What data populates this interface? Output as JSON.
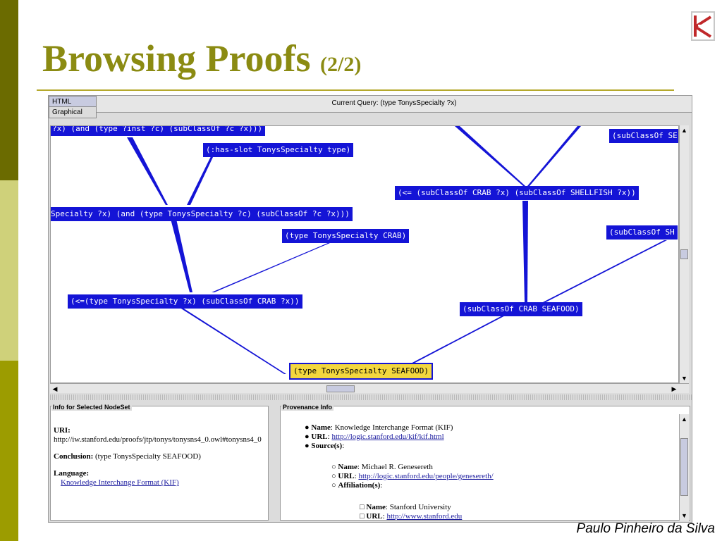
{
  "slide": {
    "title": "Browsing Proofs",
    "title_suffix": "(2/2)",
    "author": "Paulo Pinheiro da Silva"
  },
  "app": {
    "tabs": [
      "HTML",
      "Graphical"
    ],
    "query_label": "Current Query: (type TonysSpecialty ?x)"
  },
  "graph": {
    "nodes": [
      "?x) (and (type ?inst ?c) (subClassOf ?c ?x)))",
      "(:has-slot TonysSpecialty type)",
      "Specialty ?x) (and (type TonysSpecialty ?c) (subClassOf ?c ?x)))",
      "(type TonysSpecialty CRAB)",
      "(<=(type TonysSpecialty ?x) (subClassOf CRAB ?x))",
      "(type TonysSpecialty SEAFOOD)",
      "(<= (subClassOf CRAB ?x) (subClassOf SHELLFISH ?x))",
      "(subClassOf CRAB SEAFOOD)",
      "(subClassOf SE",
      "(subClassOf SH"
    ]
  },
  "info_panel": {
    "label": "Info for Selected NodeSet",
    "uri_label": "URI:",
    "uri_value": "http://iw.stanford.edu/proofs/jtp/tonys/tonysns4_0.owl#tonysns4_0",
    "conclusion_label": "Conclusion:",
    "conclusion_value": "(type TonysSpecialty SEAFOOD)",
    "language_label": "Language:",
    "language_link": "Knowledge Interchange Format (KIF)"
  },
  "prov_panel": {
    "label": "Provenance Info",
    "name_label": "Name",
    "name_value": ": Knowledge Interchange Format (KIF)",
    "url_label": "URL",
    "url_value": "http://logic.stanford.edu/kif/kif.html",
    "sources_label": "Source(s)",
    "src_name_value": ": Michael R. Genesereth",
    "src_url_value": "http://logic.stanford.edu/people/genesereth/",
    "affiliations_label": "Affiliation(s)",
    "aff_name_value": ": Stanford University",
    "aff_url_value": "http://www.stanford.edu"
  },
  "colors": {
    "accent": "#8b8b12",
    "node": "#1414d6",
    "active_node": "#f3d73e",
    "link": "#1a1a9e"
  }
}
